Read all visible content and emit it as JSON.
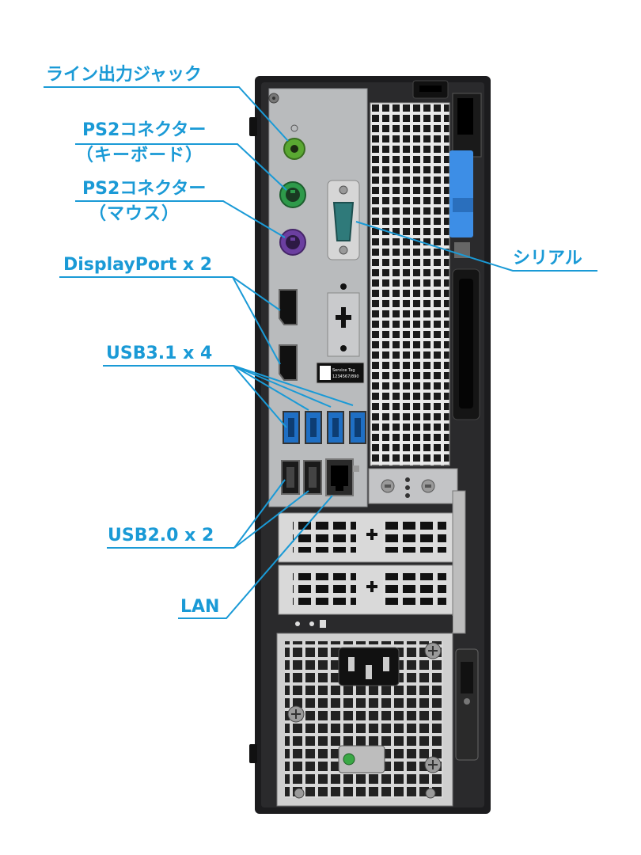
{
  "labels": {
    "audio": "ライン出力ジャック",
    "ps2_kb_1": "PS2コネクター",
    "ps2_kb_2": "（キーボード）",
    "ps2_mouse_1": "PS2コネクター",
    "ps2_mouse_2": "（マウス）",
    "displayport": "DisplayPort x 2",
    "usb31": "USB3.1 x 4",
    "usb20": "USB2.0 x 2",
    "lan": "LAN",
    "serial": "シリアル"
  },
  "service_tag": {
    "line1": "Service Tag",
    "line2": "1234567/890"
  },
  "colors": {
    "label": "#1a9ad6",
    "chassis": "#1c1c1e",
    "io_panel": "#b9bbbd",
    "audio_port": "#5aa832",
    "ps2_keyboard": "#2e9a4a",
    "ps2_mouse": "#6b3fa0",
    "serial": "#2f7a7a",
    "usb3": "#1f6fc4",
    "release_tab": "#3d8ee6"
  }
}
